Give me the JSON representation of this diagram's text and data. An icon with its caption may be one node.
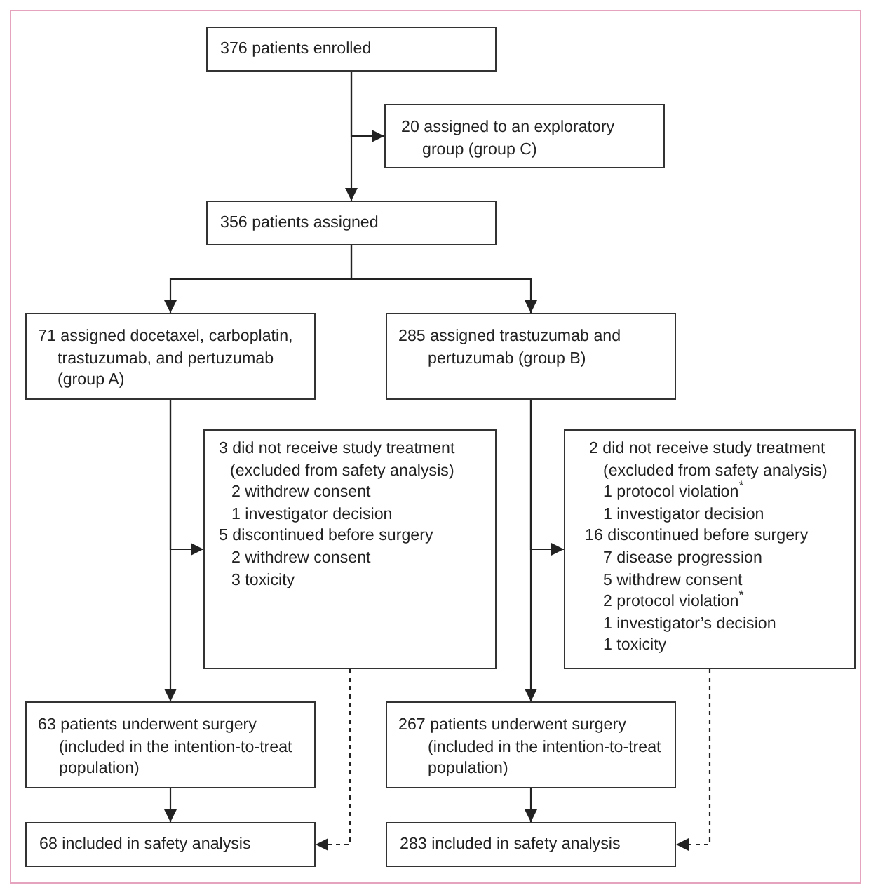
{
  "diagram": {
    "nodes": [
      {
        "text": [
          "376 patients enrolled"
        ]
      },
      {
        "text": [
          "20 assigned to an exploratory group (group C)"
        ]
      },
      {
        "text": [
          "356 patients assigned"
        ]
      },
      {
        "text": [
          "71 assigned docetaxel, carboplatin, trastuzumab, and pertuzumab (group A)"
        ]
      },
      {
        "text": [
          "285 assigned trastuzumab and pertuzumab (group B)"
        ]
      },
      {
        "text": [
          "3 did not receive study treatment (excluded from safety analysis)",
          "2 withdrew consent",
          "1 investigator decision",
          "5 discontinued before surgery",
          "2 withdrew consent",
          "3 toxicity"
        ]
      },
      {
        "text": [
          "2 did not receive study treatment (excluded from safety analysis)",
          "1 protocol violation$^{*}$",
          "1 investigator decision",
          "16 discontinued before surgery",
          "7 disease progression",
          "5 withdrew consent",
          "2 protocol violation$^{*}$",
          "1 investigator’s decision",
          "1 toxicity"
        ]
      },
      {
        "text": [
          "63 patients underwent surgery (included in the intention-to-treat population)"
        ]
      },
      {
        "text": [
          "267 patients underwent surgery (included in the intention-to-treat population)"
        ]
      },
      {
        "text": [
          "68 included in safety analysis"
        ]
      },
      {
        "text": [
          "283 included in safety analysis"
        ]
      }
    ],
    "edges": [
      {
        "from": 0,
        "to": 2,
        "arrow": "to"
      },
      {
        "from": 0,
        "to": 1,
        "arrow": "to"
      },
      {
        "from": 2,
        "to": 3,
        "arrow": "to"
      },
      {
        "from": 2,
        "to": 4,
        "arrow": "to"
      },
      {
        "from": 3,
        "to": 5,
        "arrow": "to"
      },
      {
        "from": 3,
        "to": 7,
        "arrow": "to"
      },
      {
        "from": 4,
        "to": 6,
        "arrow": "to"
      },
      {
        "from": 4,
        "to": 8,
        "arrow": "to"
      },
      {
        "from": 7,
        "to": 9,
        "arrow": "to"
      },
      {
        "from": 8,
        "to": 10,
        "arrow": "to"
      },
      {
        "from": 5,
        "to": 9,
        "arrow": "to",
        "style": "dashed"
      },
      {
        "from": 6,
        "to": 10,
        "arrow": "to",
        "style": "dashed"
      }
    ]
  }
}
